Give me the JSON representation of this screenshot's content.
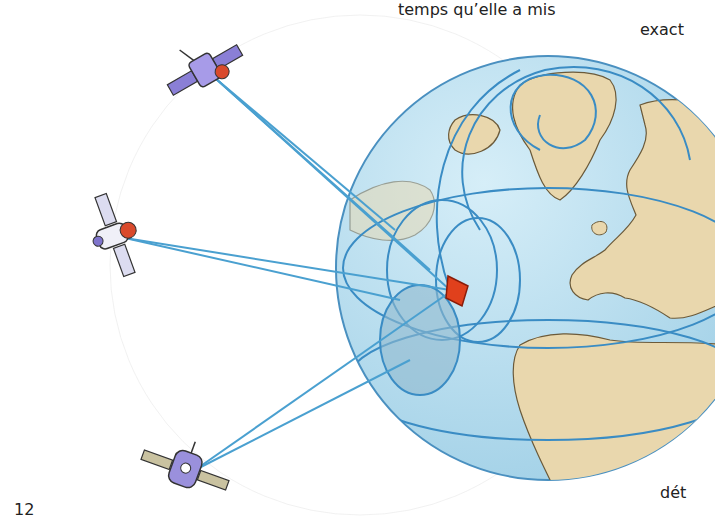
{
  "diagram": {
    "labels": [
      "temps qu’elle a mis",
      "exact",
      "dét",
      "12"
    ]
  }
}
